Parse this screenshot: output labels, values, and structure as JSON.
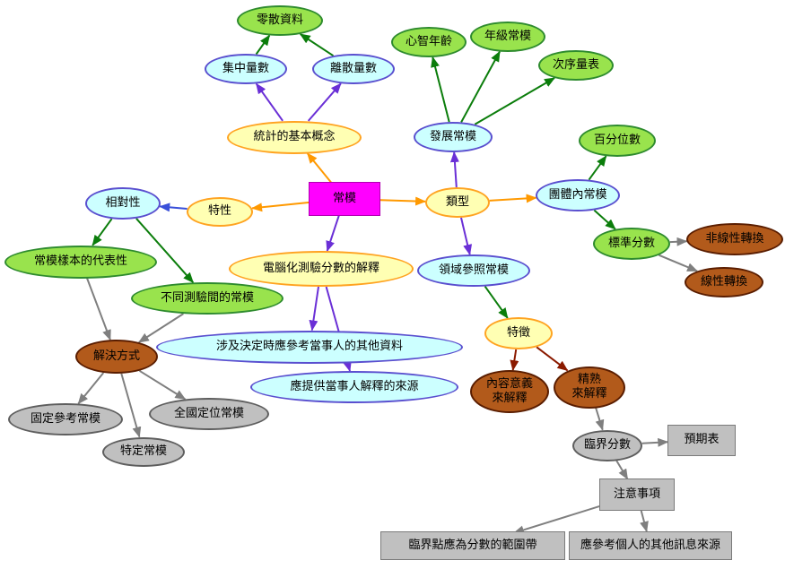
{
  "diagram": {
    "title": "常模 concept map",
    "palette": {
      "center": {
        "fill": "#ff00ff",
        "border": "#b000b0",
        "text": "#000000"
      },
      "yellow": {
        "fill": "#ffffb3",
        "border": "#ffa321",
        "text": "#000000"
      },
      "blue": {
        "fill": "#ccffff",
        "border": "#5a4fcf",
        "text": "#000000"
      },
      "green": {
        "fill": "#99e34d",
        "border": "#2e8b2e",
        "text": "#000000"
      },
      "brown": {
        "fill": "#b25a1b",
        "border": "#5a1d00",
        "text": "#000000"
      },
      "gray": {
        "fill": "#c0c0c0",
        "border": "#5e5e5e",
        "text": "#000000"
      },
      "grayrect": {
        "fill": "#c0c0c0",
        "border": "#7a7a7a",
        "text": "#000000"
      }
    },
    "arrow_colors": {
      "orange": "#ff9900",
      "violet": "#6a2fd6",
      "blue": "#3a50d9",
      "green": "#0b7d0b",
      "gray": "#7f7f7f",
      "darkred": "#8b1a00"
    },
    "nodes": [
      {
        "id": "norm",
        "label": "常模",
        "category": "center"
      },
      {
        "id": "stats-basic",
        "label": "統計的基本概念",
        "category": "yellow"
      },
      {
        "id": "traits",
        "label": "特性",
        "category": "yellow"
      },
      {
        "id": "types",
        "label": "類型",
        "category": "yellow"
      },
      {
        "id": "computerized",
        "label": "電腦化測驗分數的解釋",
        "category": "yellow"
      },
      {
        "id": "features",
        "label": "特徵",
        "category": "yellow"
      },
      {
        "id": "scattered-data",
        "label": "零散資料",
        "category": "green"
      },
      {
        "id": "central-tendency",
        "label": "集中量數",
        "category": "blue"
      },
      {
        "id": "dispersion",
        "label": "離散量數",
        "category": "blue"
      },
      {
        "id": "mental-age",
        "label": "心智年齡",
        "category": "green"
      },
      {
        "id": "grade-norms",
        "label": "年級常模",
        "category": "green"
      },
      {
        "id": "ordinal-scale",
        "label": "次序量表",
        "category": "green"
      },
      {
        "id": "developmental",
        "label": "發展常模",
        "category": "blue"
      },
      {
        "id": "percentiles",
        "label": "百分位數",
        "category": "green"
      },
      {
        "id": "relativity",
        "label": "相對性",
        "category": "blue"
      },
      {
        "id": "within-group",
        "label": "團體內常模",
        "category": "blue"
      },
      {
        "id": "standard-scores",
        "label": "標準分數",
        "category": "green"
      },
      {
        "id": "nonlinear",
        "label": "非線性轉換",
        "category": "brown"
      },
      {
        "id": "linear",
        "label": "線性轉換",
        "category": "brown"
      },
      {
        "id": "sample-rep",
        "label": "常模樣本的代表性",
        "category": "green"
      },
      {
        "id": "domain-ref",
        "label": "領域參照常模",
        "category": "blue"
      },
      {
        "id": "cross-test",
        "label": "不同測驗間的常模",
        "category": "green"
      },
      {
        "id": "consider-other",
        "label": "涉及決定時應參考當事人的其他資料",
        "category": "blue"
      },
      {
        "id": "solutions",
        "label": "解決方式",
        "category": "brown"
      },
      {
        "id": "provide-sources",
        "label": "應提供當事人解釋的來源",
        "category": "blue"
      },
      {
        "id": "content-meaning",
        "label": "內容意義\n來解釋",
        "category": "brown"
      },
      {
        "id": "mastery",
        "label": "精熟\n來解釋",
        "category": "brown"
      },
      {
        "id": "fixed-ref",
        "label": "固定參考常模",
        "category": "gray"
      },
      {
        "id": "national-anchor",
        "label": "全國定位常模",
        "category": "gray"
      },
      {
        "id": "specific-norms",
        "label": "特定常模",
        "category": "gray"
      },
      {
        "id": "cutoff-score",
        "label": "臨界分數",
        "category": "gray"
      },
      {
        "id": "expectancy-table",
        "label": "預期表",
        "category": "grayrect"
      },
      {
        "id": "cautions",
        "label": "注意事項",
        "category": "grayrect"
      },
      {
        "id": "cutoff-band",
        "label": "臨界點應為分數的範圍帶",
        "category": "grayrect"
      },
      {
        "id": "other-sources",
        "label": "應參考個人的其他訊息來源",
        "category": "grayrect"
      }
    ],
    "edges": [
      {
        "from": "norm",
        "to": "stats-basic",
        "color": "orange"
      },
      {
        "from": "norm",
        "to": "traits",
        "color": "orange"
      },
      {
        "from": "norm",
        "to": "types",
        "color": "orange"
      },
      {
        "from": "norm",
        "to": "computerized",
        "color": "violet"
      },
      {
        "from": "stats-basic",
        "to": "central-tendency",
        "color": "violet"
      },
      {
        "from": "stats-basic",
        "to": "dispersion",
        "color": "violet"
      },
      {
        "from": "central-tendency",
        "to": "scattered-data",
        "color": "green"
      },
      {
        "from": "dispersion",
        "to": "scattered-data",
        "color": "green"
      },
      {
        "from": "traits",
        "to": "relativity",
        "color": "blue"
      },
      {
        "from": "relativity",
        "to": "sample-rep",
        "color": "green"
      },
      {
        "from": "relativity",
        "to": "cross-test",
        "color": "green"
      },
      {
        "from": "types",
        "to": "developmental",
        "color": "violet"
      },
      {
        "from": "types",
        "to": "within-group",
        "color": "orange"
      },
      {
        "from": "types",
        "to": "domain-ref",
        "color": "violet"
      },
      {
        "from": "developmental",
        "to": "mental-age",
        "color": "green"
      },
      {
        "from": "developmental",
        "to": "grade-norms",
        "color": "green"
      },
      {
        "from": "developmental",
        "to": "ordinal-scale",
        "color": "green"
      },
      {
        "from": "within-group",
        "to": "percentiles",
        "color": "green"
      },
      {
        "from": "within-group",
        "to": "standard-scores",
        "color": "green"
      },
      {
        "from": "standard-scores",
        "to": "nonlinear",
        "color": "gray"
      },
      {
        "from": "standard-scores",
        "to": "linear",
        "color": "gray"
      },
      {
        "from": "domain-ref",
        "to": "features",
        "color": "green"
      },
      {
        "from": "features",
        "to": "content-meaning",
        "color": "darkred"
      },
      {
        "from": "features",
        "to": "mastery",
        "color": "darkred"
      },
      {
        "from": "mastery",
        "to": "cutoff-score",
        "color": "gray"
      },
      {
        "from": "cutoff-score",
        "to": "expectancy-table",
        "color": "gray"
      },
      {
        "from": "cutoff-score",
        "to": "cautions",
        "color": "gray"
      },
      {
        "from": "cautions",
        "to": "cutoff-band",
        "color": "gray"
      },
      {
        "from": "cautions",
        "to": "other-sources",
        "color": "gray"
      },
      {
        "from": "computerized",
        "to": "consider-other",
        "color": "violet"
      },
      {
        "from": "computerized",
        "to": "provide-sources",
        "color": "violet"
      },
      {
        "from": "sample-rep",
        "to": "solutions",
        "color": "gray"
      },
      {
        "from": "cross-test",
        "to": "solutions",
        "color": "gray"
      },
      {
        "from": "solutions",
        "to": "fixed-ref",
        "color": "gray"
      },
      {
        "from": "solutions",
        "to": "national-anchor",
        "color": "gray"
      },
      {
        "from": "solutions",
        "to": "specific-norms",
        "color": "gray"
      }
    ]
  }
}
